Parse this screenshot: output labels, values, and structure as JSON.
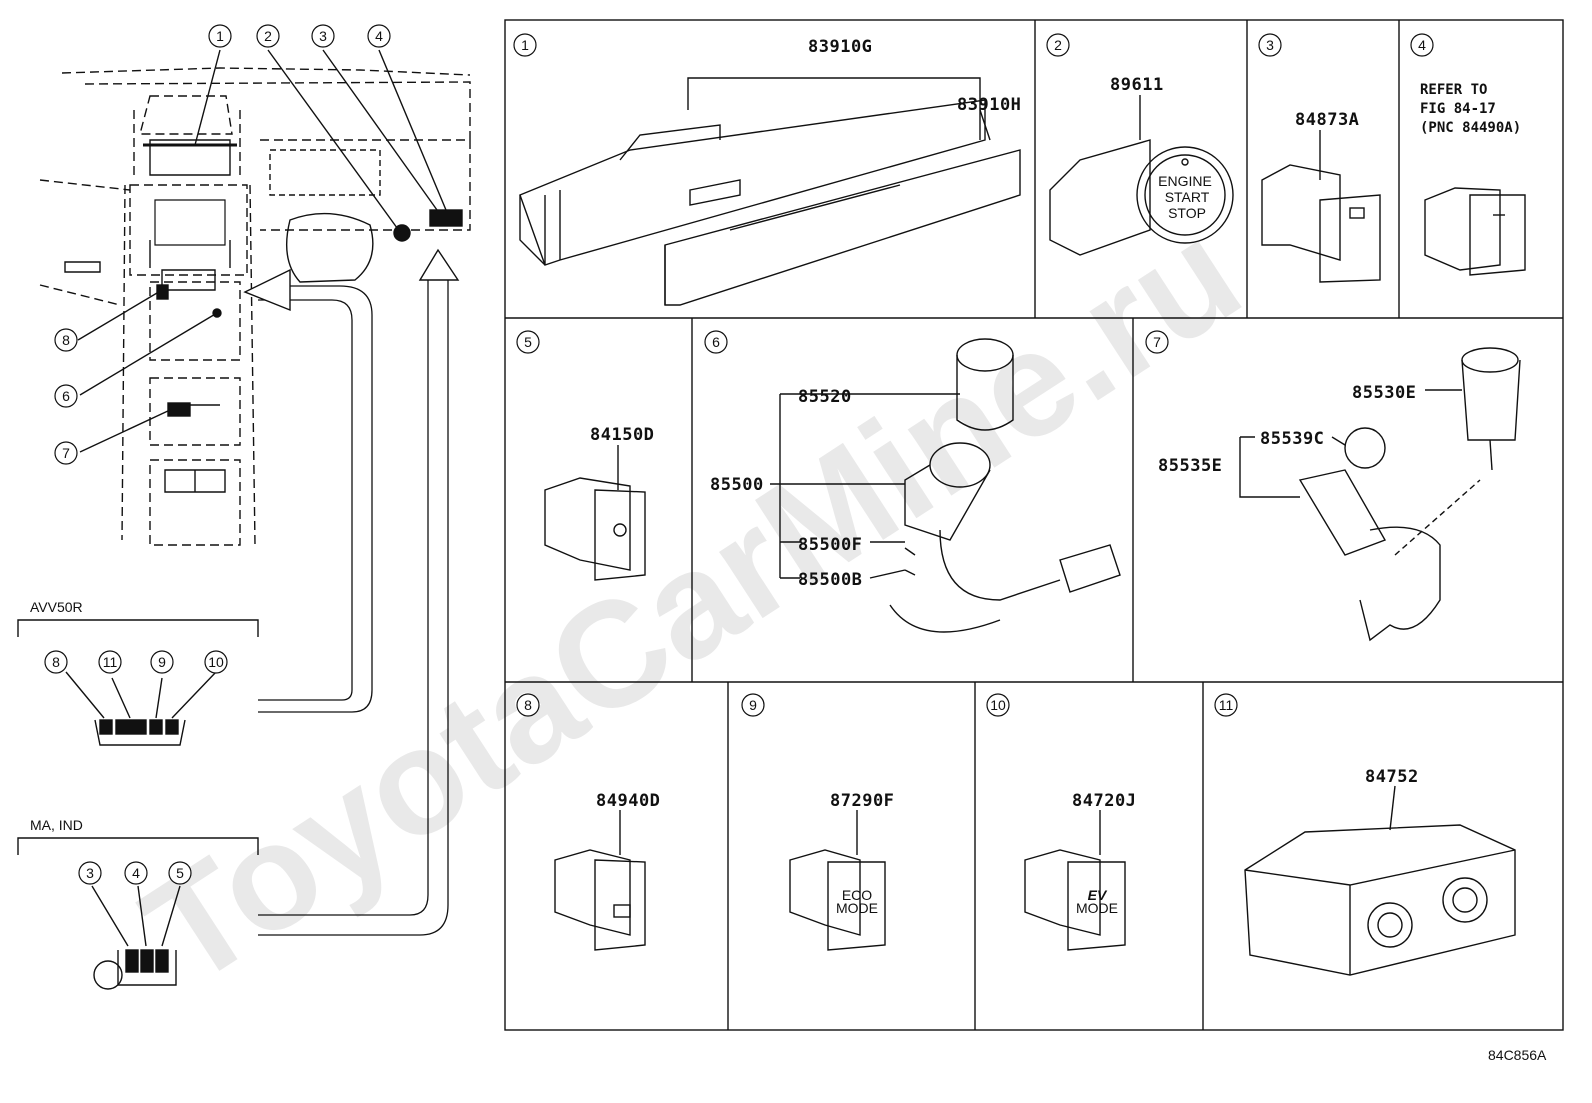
{
  "watermark": "ToyotaCarMine.ru",
  "diagram_code": "84C856A",
  "left_panel": {
    "callouts": [
      "1",
      "2",
      "3",
      "4",
      "8",
      "6",
      "7"
    ],
    "variants": [
      {
        "label": "AVV50R",
        "callouts": [
          "8",
          "11",
          "9",
          "10"
        ]
      },
      {
        "label": "MA, IND",
        "callouts": [
          "3",
          "4",
          "5"
        ]
      }
    ]
  },
  "cells": [
    {
      "num": "1",
      "parts": [
        "83910G",
        "83910H"
      ]
    },
    {
      "num": "2",
      "parts": [
        "89611"
      ],
      "button_text": [
        "ENGINE",
        "START",
        "STOP"
      ]
    },
    {
      "num": "3",
      "parts": [
        "84873A"
      ]
    },
    {
      "num": "4",
      "refer": [
        "REFER TO",
        "FIG 84-17",
        "(PNC 84490A)"
      ]
    },
    {
      "num": "5",
      "parts": [
        "84150D"
      ]
    },
    {
      "num": "6",
      "parts": [
        "85520",
        "85500",
        "85500F",
        "85500B"
      ]
    },
    {
      "num": "7",
      "parts": [
        "85530E",
        "85539C",
        "85535E"
      ]
    },
    {
      "num": "8",
      "parts": [
        "84940D"
      ]
    },
    {
      "num": "9",
      "parts": [
        "87290F"
      ],
      "switch_text": [
        "ECO",
        "MODE"
      ]
    },
    {
      "num": "10",
      "parts": [
        "84720J"
      ],
      "switch_text": [
        "EV",
        "MODE"
      ]
    },
    {
      "num": "11",
      "parts": [
        "84752"
      ]
    }
  ]
}
